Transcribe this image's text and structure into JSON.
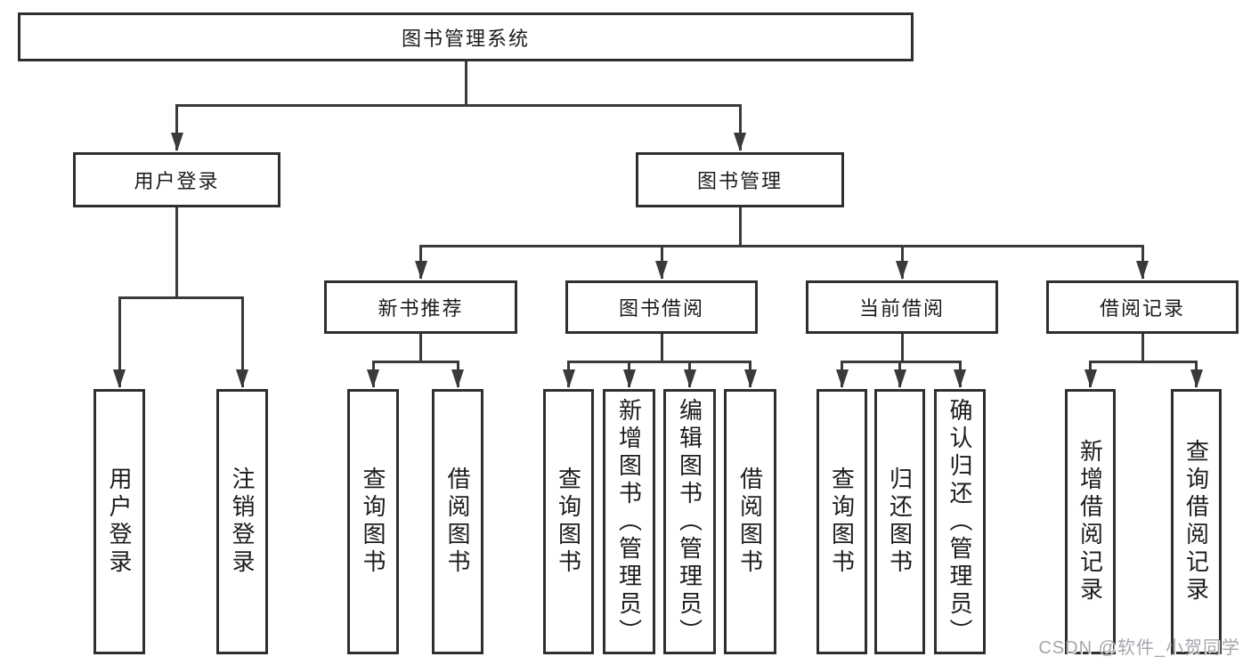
{
  "diagram": {
    "title": "图书管理系统",
    "watermark": "CSDN @软件_小贺同学",
    "colors": {
      "background": "#ffffff",
      "line": "#3a3a3a",
      "box_border": "#2f2f2f",
      "box_fill": "#ffffff",
      "text": "#1c1c1c",
      "watermark": "#a5a5ad"
    },
    "nodes": [
      {
        "id": "root",
        "label": "图书管理系统",
        "parent": null,
        "orientation": "horizontal"
      },
      {
        "id": "user-login",
        "label": "用户登录",
        "parent": "root",
        "orientation": "horizontal"
      },
      {
        "id": "book-mgmt",
        "label": "图书管理",
        "parent": "root",
        "orientation": "horizontal"
      },
      {
        "id": "login",
        "label": "用户登录",
        "parent": "user-login",
        "orientation": "vertical"
      },
      {
        "id": "logout",
        "label": "注销登录",
        "parent": "user-login",
        "orientation": "vertical"
      },
      {
        "id": "new-book-rec",
        "label": "新书推荐",
        "parent": "book-mgmt",
        "orientation": "horizontal"
      },
      {
        "id": "book-borrow",
        "label": "图书借阅",
        "parent": "book-mgmt",
        "orientation": "horizontal"
      },
      {
        "id": "current-borrow",
        "label": "当前借阅",
        "parent": "book-mgmt",
        "orientation": "horizontal"
      },
      {
        "id": "borrow-records",
        "label": "借阅记录",
        "parent": "book-mgmt",
        "orientation": "horizontal"
      },
      {
        "id": "rec-query-book",
        "label": "查询图书",
        "parent": "new-book-rec",
        "orientation": "vertical"
      },
      {
        "id": "rec-borrow-book",
        "label": "借阅图书",
        "parent": "new-book-rec",
        "orientation": "vertical"
      },
      {
        "id": "bb-query-book",
        "label": "查询图书",
        "parent": "book-borrow",
        "orientation": "vertical"
      },
      {
        "id": "bb-add-book",
        "label": "新增图书（管理员）",
        "parent": "book-borrow",
        "orientation": "vertical"
      },
      {
        "id": "bb-edit-book",
        "label": "编辑图书（管理员）",
        "parent": "book-borrow",
        "orientation": "vertical"
      },
      {
        "id": "bb-borrow-book",
        "label": "借阅图书",
        "parent": "book-borrow",
        "orientation": "vertical"
      },
      {
        "id": "cb-query-book",
        "label": "查询图书",
        "parent": "current-borrow",
        "orientation": "vertical"
      },
      {
        "id": "cb-return-book",
        "label": "归还图书",
        "parent": "current-borrow",
        "orientation": "vertical"
      },
      {
        "id": "cb-confirm-return",
        "label": "确认归还（管理员）",
        "parent": "current-borrow",
        "orientation": "vertical"
      },
      {
        "id": "br-add-record",
        "label": "新增借阅记录",
        "parent": "borrow-records",
        "orientation": "vertical"
      },
      {
        "id": "br-query-record",
        "label": "查询借阅记录",
        "parent": "borrow-records",
        "orientation": "vertical"
      }
    ]
  }
}
